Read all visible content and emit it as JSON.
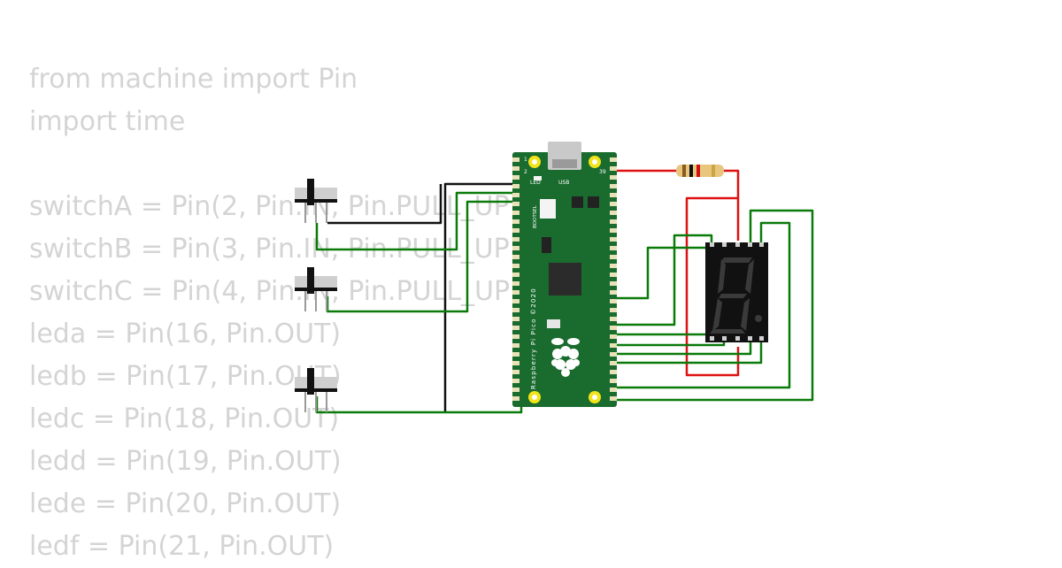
{
  "code_lines": [
    "from machine import Pin",
    "import time",
    "",
    "switchA = Pin(2, Pin.IN, Pin.PULL_UP)",
    "switchB = Pin(3, Pin.IN, Pin.PULL_UP)",
    "switchC = Pin(4, Pin.IN, Pin.PULL_UP)",
    "leda = Pin(16, Pin.OUT)",
    "ledb = Pin(17, Pin.OUT)",
    "ledc = Pin(18, Pin.OUT)",
    "ledd = Pin(19, Pin.OUT)",
    "lede = Pin(20, Pin.OUT)",
    "ledf = Pin(21, Pin.OUT)"
  ],
  "pico": {
    "silkscreen": "Raspberry Pi Pico ©2020",
    "label_led": "LED",
    "label_usb": "USB",
    "label_bootsel": "BOOTSEL",
    "pin_1": "1",
    "pin_2": "2",
    "pin_39": "39"
  },
  "colors": {
    "board": "#1a6b2e",
    "wire_green": "#0a7a0a",
    "wire_black": "#111111",
    "wire_red": "#dd1111",
    "code_text": "#d4d4d4"
  }
}
